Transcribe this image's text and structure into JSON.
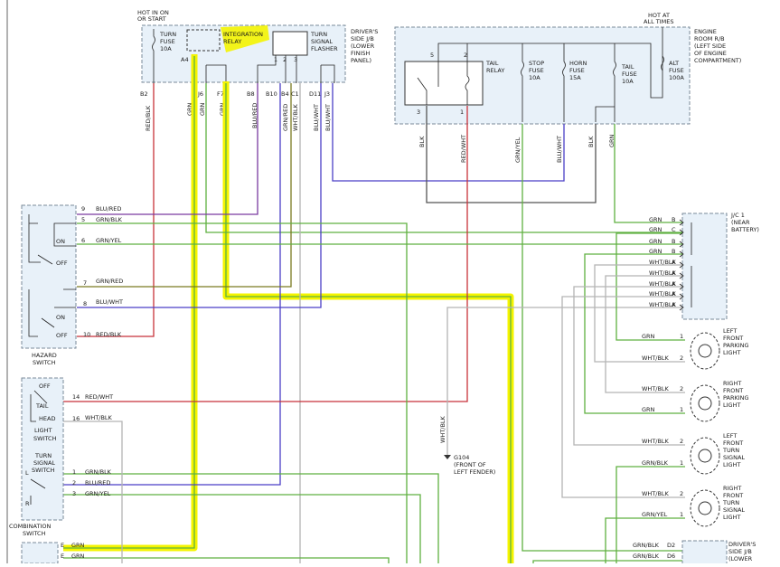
{
  "colors": {
    "red": "#c8323a",
    "green": "#5fb040",
    "blue": "#4a3fc7",
    "purple": "#7a3ba0",
    "olive": "#7a7a20",
    "gray": "#b4b4b4",
    "dark": "#555555",
    "highlight": "#f4f400"
  },
  "top_note_left": [
    "HOT IN ON",
    "OR START"
  ],
  "top_note_right": [
    "HOT AT",
    "ALL TIMES"
  ],
  "jb_driver": {
    "title": [
      "DRIVER'S",
      "SIDE J/B",
      "(LOWER",
      "FINISH",
      "PANEL)"
    ],
    "fuse": [
      "TURN",
      "FUSE",
      "10A"
    ],
    "relay": [
      "INTEGRATION",
      "RELAY"
    ],
    "flasher": [
      "TURN",
      "SIGNAL",
      "FLASHER"
    ],
    "pin_a4": "A4",
    "flasher_pins": [
      "1",
      "2",
      "3"
    ],
    "terminals": [
      "B2",
      "J6",
      "F7",
      "B8",
      "B10",
      "B4",
      "C1",
      "D11",
      "J3"
    ],
    "wire_labels": [
      "RED/BLK",
      "GRN",
      "GRN",
      "GRN",
      "BLU/RED",
      "GRN/RED",
      "WHT/BLK",
      "BLU/WHT",
      "BLU/WHT"
    ]
  },
  "engine_rb": {
    "title": [
      "ENGINE",
      "ROOM R/B",
      "(LEFT SIDE",
      "OF ENGINE",
      "COMPARTMENT)"
    ],
    "tail_relay": [
      "TAIL",
      "RELAY"
    ],
    "relay_pins": [
      "5",
      "2",
      "3",
      "1"
    ],
    "stop_fuse": [
      "STOP",
      "FUSE",
      "10A"
    ],
    "horn_fuse": [
      "HORN",
      "FUSE",
      "15A"
    ],
    "tail_fuse": [
      "TAIL",
      "FUSE",
      "10A"
    ],
    "alt_fuse": [
      "ALT",
      "FUSE",
      "100A"
    ],
    "wire_labels": [
      "BLK",
      "RED/WHT",
      "GRN/YEL",
      "BLU/WHT",
      "BLK",
      "GRN"
    ]
  },
  "hazard": {
    "label": [
      "HAZARD",
      "SWITCH"
    ],
    "on1": "ON",
    "off1": "OFF",
    "on2": "ON",
    "off2": "OFF",
    "pins": [
      {
        "pin": "9",
        "wire": "BLU/RED"
      },
      {
        "pin": "5",
        "wire": "GRN/BLK"
      },
      {
        "pin": "6",
        "wire": "GRN/YEL"
      },
      {
        "pin": "7",
        "wire": "GRN/RED"
      },
      {
        "pin": "8",
        "wire": "BLU/WHT"
      },
      {
        "pin": "10",
        "wire": "RED/BLK"
      }
    ]
  },
  "combo": {
    "label": [
      "COMBINATION",
      "SWITCH"
    ],
    "light_switch": [
      "LIGHT",
      "SWITCH"
    ],
    "light_positions": [
      "OFF",
      "TAIL",
      "HEAD"
    ],
    "turn_switch": [
      "TURN",
      "SIGNAL",
      "SWITCH"
    ],
    "turn_positions": [
      "L",
      "R"
    ],
    "pins": [
      {
        "pin": "14",
        "wire": "RED/WHT"
      },
      {
        "pin": "16",
        "wire": "WHT/BLK"
      },
      {
        "pin": "1",
        "wire": "GRN/BLK"
      },
      {
        "pin": "2",
        "wire": "BLU/RED"
      },
      {
        "pin": "3",
        "wire": "GRN/YEL"
      }
    ]
  },
  "bottom_conn": [
    {
      "pin": "E",
      "wire": "GRN"
    },
    {
      "pin": "E",
      "wire": "GRN"
    }
  ],
  "ground": {
    "id": "G104",
    "label": [
      "(FRONT OF",
      "LEFT FENDER)"
    ],
    "wire": "WHT/BLK"
  },
  "jc1": {
    "title": [
      "J/C 1",
      "(NEAR",
      "BATTERY)"
    ],
    "rows": [
      {
        "wire": "GRN",
        "pin": "B"
      },
      {
        "wire": "GRN",
        "pin": "C"
      },
      {
        "wire": "GRN",
        "pin": "B"
      },
      {
        "wire": "GRN",
        "pin": "B"
      },
      {
        "wire": "WHT/BLK",
        "pin": "A"
      },
      {
        "wire": "WHT/BLK",
        "pin": "A"
      },
      {
        "wire": "WHT/BLK",
        "pin": "A"
      },
      {
        "wire": "WHT/BLK",
        "pin": "A"
      },
      {
        "wire": "WHT/BLK",
        "pin": "A"
      }
    ]
  },
  "lights": [
    {
      "name": [
        "LEFT",
        "FRONT",
        "PARKING",
        "LIGHT"
      ],
      "wires": [
        {
          "wire": "GRN",
          "pin": "1"
        },
        {
          "wire": "WHT/BLK",
          "pin": "2"
        }
      ]
    },
    {
      "name": [
        "RIGHT",
        "FRONT",
        "PARKING",
        "LIGHT"
      ],
      "wires": [
        {
          "wire": "WHT/BLK",
          "pin": "2"
        },
        {
          "wire": "GRN",
          "pin": "1"
        }
      ]
    },
    {
      "name": [
        "LEFT",
        "FRONT",
        "TURN",
        "SIGNAL",
        "LIGHT"
      ],
      "wires": [
        {
          "wire": "WHT/BLK",
          "pin": "2"
        },
        {
          "wire": "GRN/BLK",
          "pin": "1"
        }
      ]
    },
    {
      "name": [
        "RIGHT",
        "FRONT",
        "TURN",
        "SIGNAL",
        "LIGHT"
      ],
      "wires": [
        {
          "wire": "WHT/BLK",
          "pin": "2"
        },
        {
          "wire": "GRN/YEL",
          "pin": "1"
        }
      ]
    }
  ],
  "jb_bottom": {
    "title": [
      "DRIVER'S",
      "SIDE J/B",
      "(LOWER"
    ],
    "rows": [
      {
        "wire": "GRN/BLK",
        "pin": "D2"
      },
      {
        "wire": "GRN/BLK",
        "pin": "D6"
      }
    ]
  }
}
